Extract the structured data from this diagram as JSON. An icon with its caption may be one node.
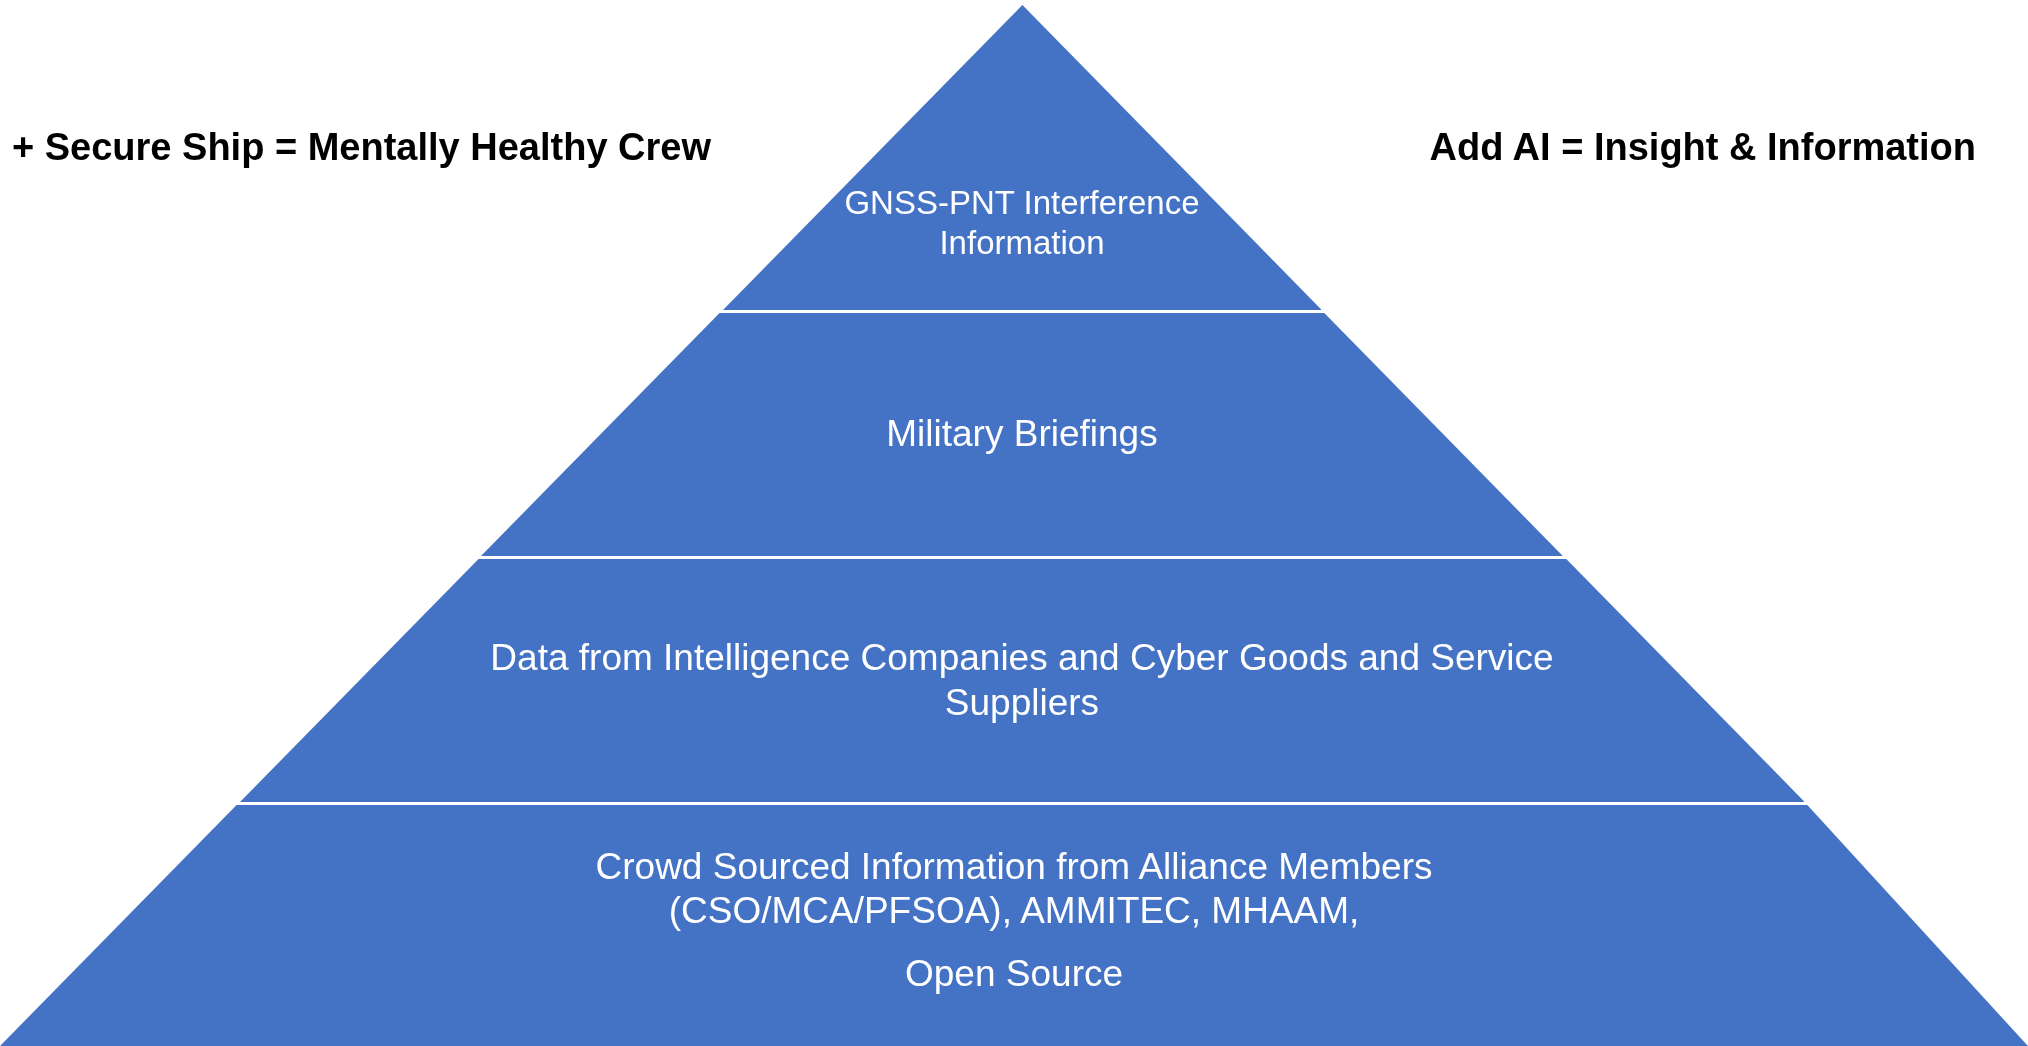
{
  "diagram": {
    "nodes": [
      {
        "text": [
          "GNSS-PNT Interference Information"
        ]
      },
      {
        "text": [
          "Military Briefings"
        ]
      },
      {
        "text": [
          "Data from Intelligence Companies and Cyber Goods and Service Suppliers"
        ]
      },
      {
        "text": [
          "Crowd Sourced Information from Alliance Members (CSO/MCA/PFSOA), AMMITEC, MHAAM,",
          "Open Source"
        ]
      }
    ],
    "edges": [],
    "labels": [
      "+ Secure Ship = Mentally Healthy Crew",
      "Add AI = Insight & Information"
    ]
  }
}
